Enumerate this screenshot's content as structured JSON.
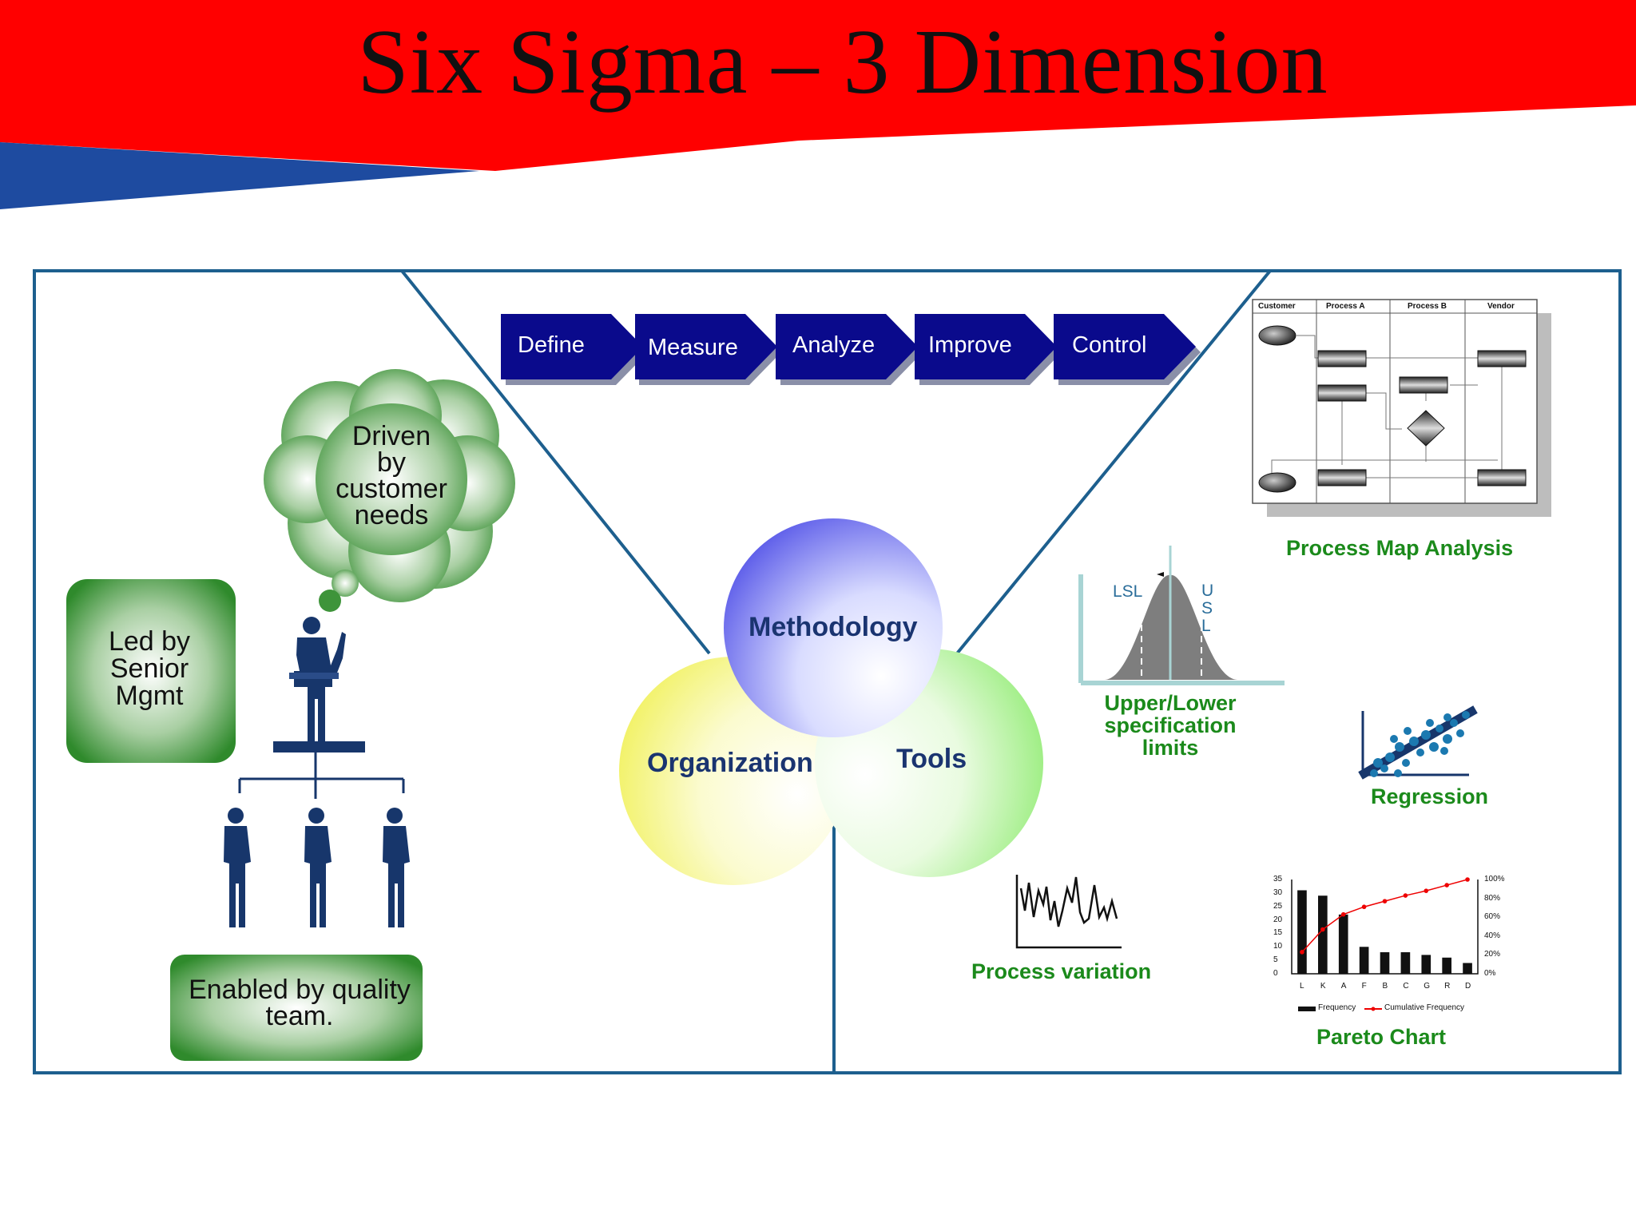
{
  "title": "Six Sigma – 3 Dimension",
  "colors": {
    "banner_red": "#ff0000",
    "banner_blue": "#1e4ba0",
    "frame_blue": "#1d5f8e",
    "label_green": "#1b8a1b",
    "circle_label": "#1a3470",
    "step_navy": "#0a0a8c"
  },
  "organization": {
    "cloud_text": "Driven by customer needs",
    "square_text": "Led by Senior Mgmt",
    "bar_text": "Enabled by quality team.",
    "icons": [
      "speaker-at-podium-icon",
      "team-member-icon"
    ]
  },
  "dmaic": [
    "Define",
    "Measure",
    "Analyze",
    "Improve",
    "Control"
  ],
  "venn": {
    "top": "Methodology",
    "left": "Organization",
    "right": "Tools"
  },
  "tools": {
    "process_map": {
      "label": "Process Map Analysis",
      "columns": [
        "Customer",
        "Process A",
        "Process B",
        "Vendor"
      ]
    },
    "spec_limits": {
      "label": "Upper/Lower specification limits",
      "lsl": "LSL",
      "usl": "USL"
    },
    "regression": {
      "label": "Regression"
    },
    "process_variation": {
      "label": "Process variation"
    },
    "pareto": {
      "label": "Pareto Chart",
      "legend_frequency": "Frequency",
      "legend_cumulative": "Cumulative Frequency",
      "y_ticks": [
        "35",
        "30",
        "25",
        "20",
        "15",
        "10",
        "5",
        "0"
      ],
      "y2_ticks": [
        "100%",
        "80%",
        "60%",
        "40%",
        "20%",
        "0%"
      ]
    }
  },
  "chart_data": {
    "type": "bar",
    "categories": [
      "L",
      "K",
      "A",
      "F",
      "B",
      "C",
      "G",
      "R",
      "D"
    ],
    "series": [
      {
        "name": "Frequency",
        "values": [
          31,
          29,
          22,
          10,
          8,
          8,
          7,
          6,
          4
        ]
      },
      {
        "name": "Cumulative Frequency",
        "values": [
          23,
          47,
          63,
          71,
          77,
          83,
          88,
          94,
          100
        ]
      }
    ],
    "ylim": [
      0,
      35
    ],
    "y2lim": [
      0,
      100
    ],
    "title": "Pareto Chart"
  }
}
